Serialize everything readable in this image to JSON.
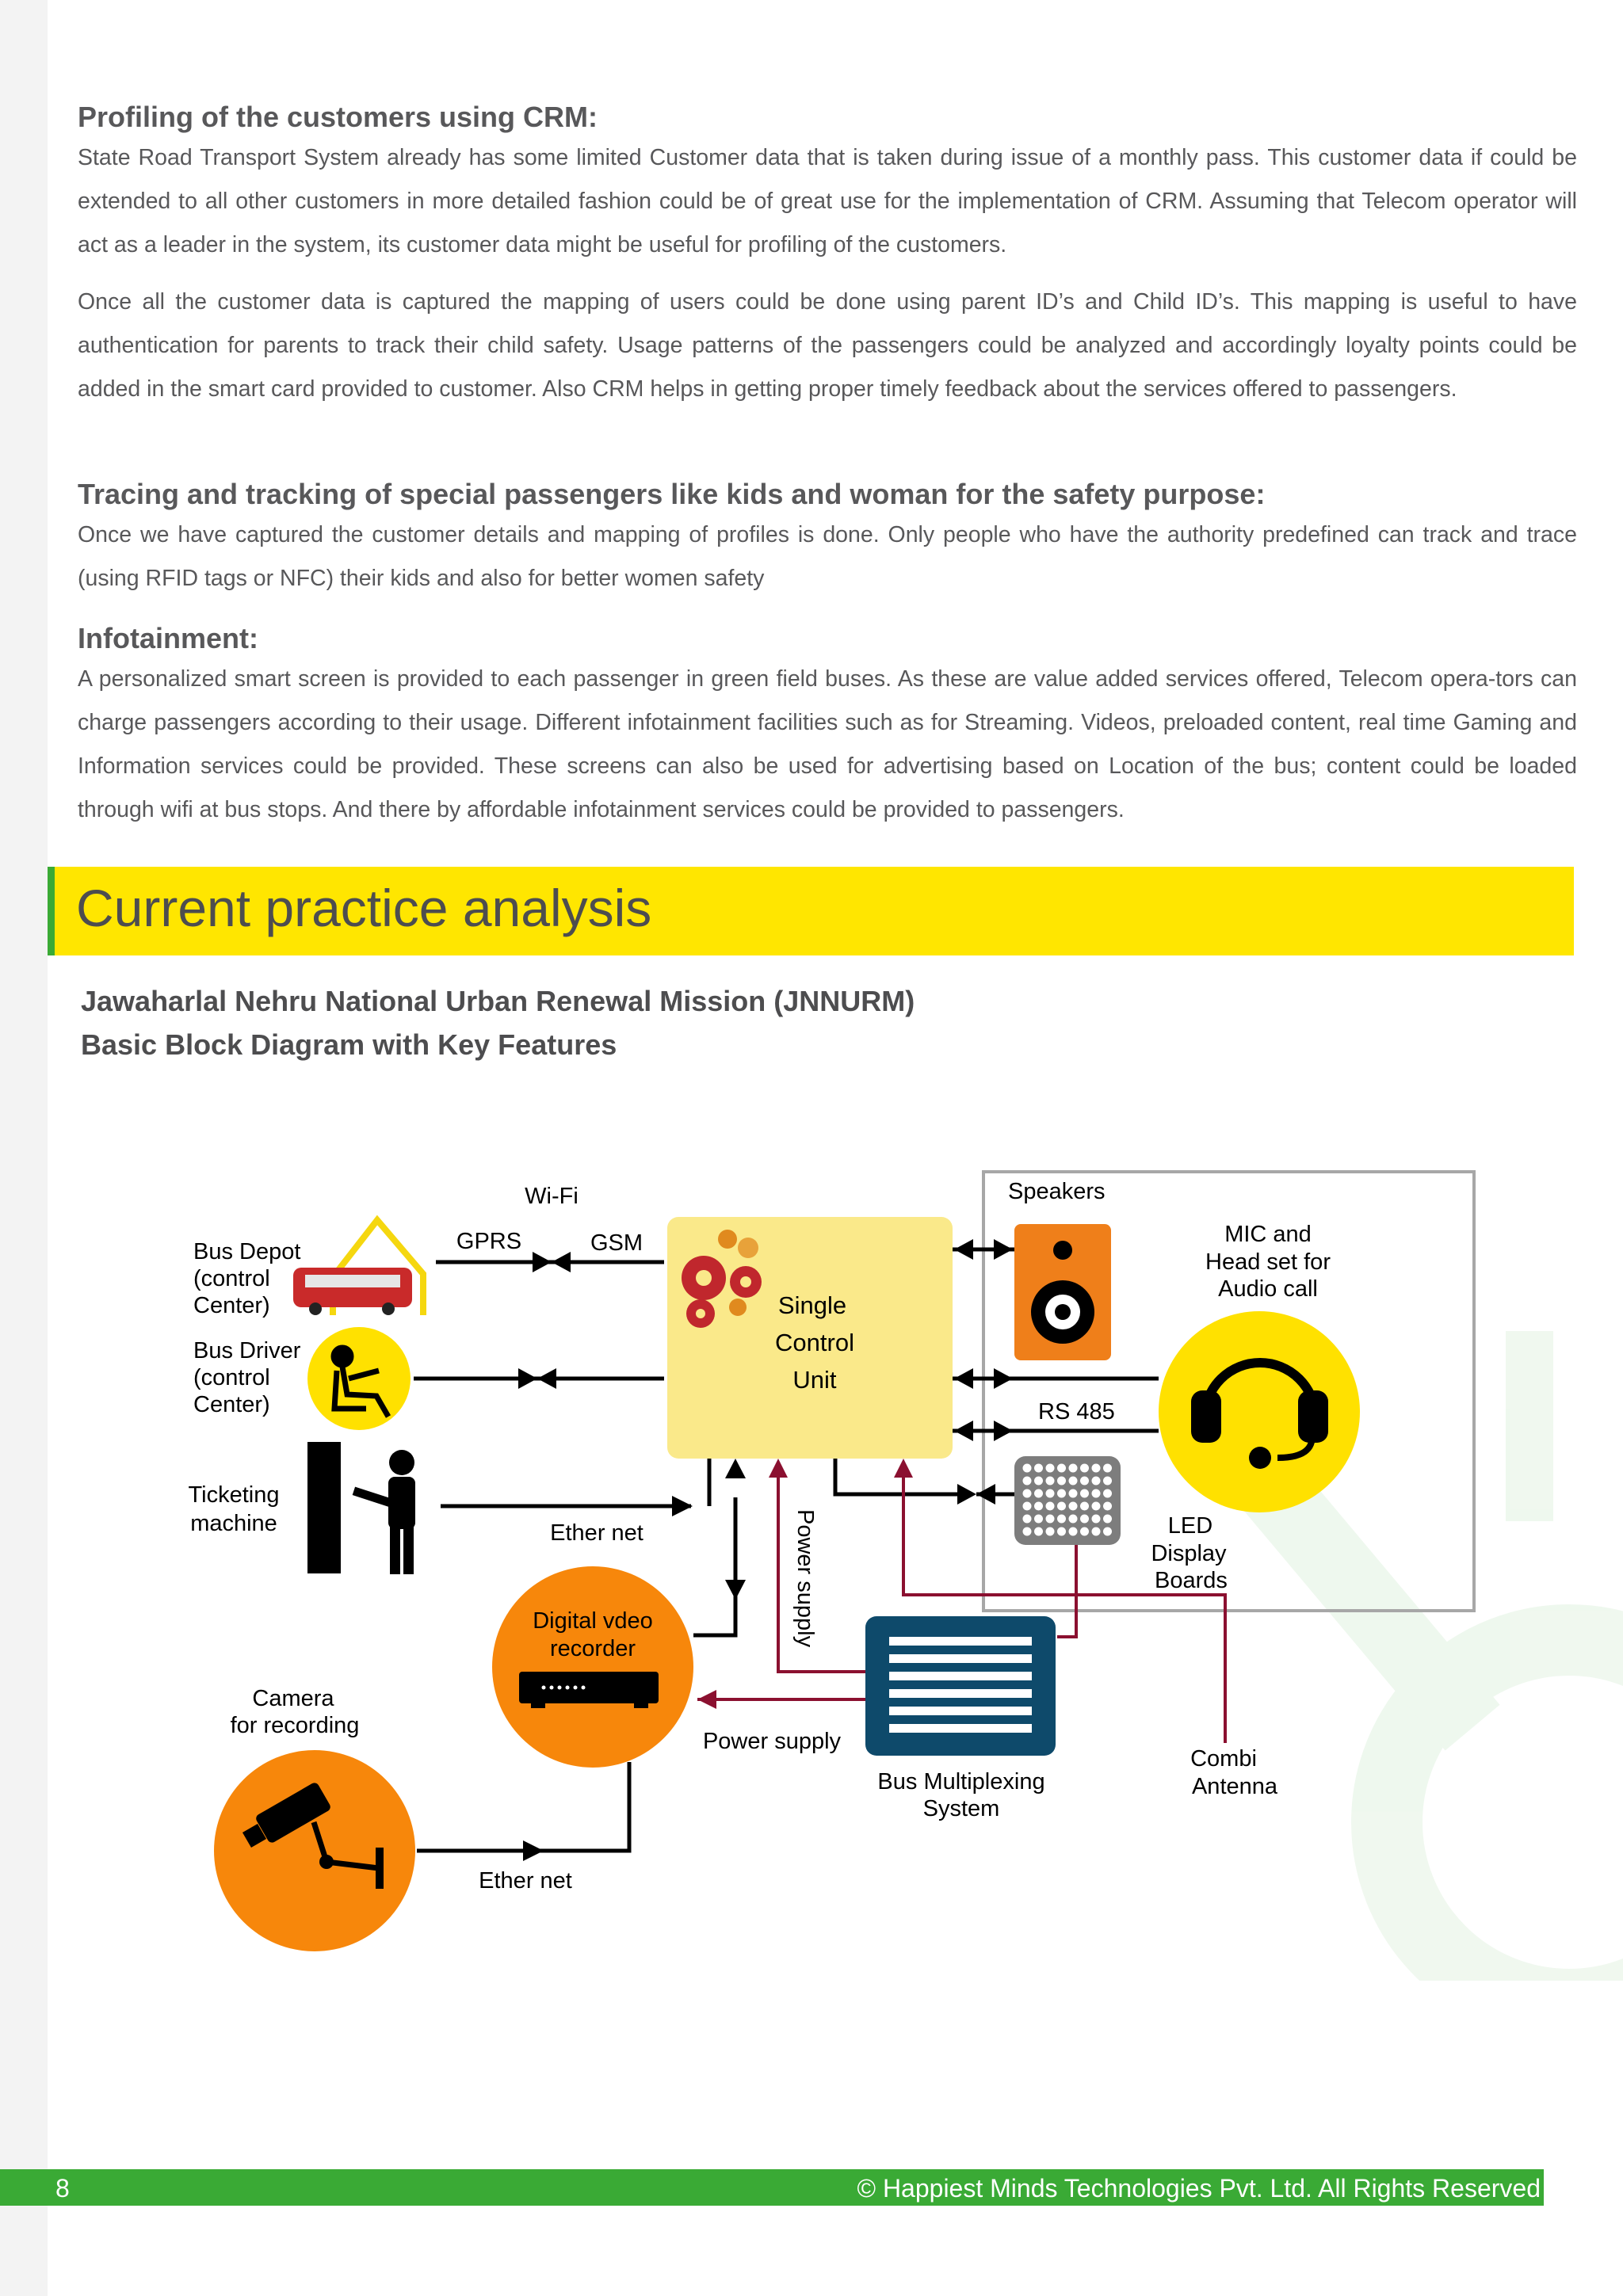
{
  "sections": [
    {
      "heading": "Profiling of the customers using CRM:",
      "paragraphs": [
        "State Road Transport System already has some limited Customer data that is taken during issue of a monthly pass. This customer data if could be extended to all other customers in more detailed fashion could be of great use for the implementation of CRM. Assuming that Telecom operator will act as a leader in the system, its customer data might be useful for profiling of the customers.",
        "Once all the customer data is captured the mapping of users could be done using parent ID’s and Child ID’s. This mapping is useful to have authentication for parents to track their child safety. Usage patterns of the passengers could be analyzed and accordingly loyalty points could be added in the smart card provided to customer. Also CRM helps in getting proper timely feedback about the services offered to passengers."
      ]
    },
    {
      "heading": "Tracing and tracking of special passengers like kids and woman for the safety purpose:",
      "paragraphs": [
        "Once we have captured the customer details and mapping of profiles is done. Only people who have the authority predefined can track and trace (using RFID tags or NFC) their kids and also for better women safety"
      ]
    },
    {
      "heading": "Infotainment:",
      "paragraphs": [
        "A personalized smart screen is provided to each passenger in green field buses. As these are value added services offered, Telecom opera-tors can charge passengers according to their usage. Different infotainment facilities such as for Streaming. Videos, preloaded content, real time Gaming and Information services could be provided. These screens can also be used for advertising based on Location of the bus; content could be loaded through wifi at bus stops. And there by affordable infotainment services could be provided to passengers."
      ]
    }
  ],
  "banner": {
    "title": "Current practice analysis"
  },
  "diagram": {
    "title_line1": "Jawaharlal Nehru National Urban Renewal Mission (JNNURM)",
    "title_line2": "Basic Block Diagram with Key Features",
    "labels": {
      "wifi": "Wi-Fi",
      "gprs": "GPRS",
      "gsm": "GSM",
      "speakers": "Speakers",
      "bus_depot": [
        "Bus Depot",
        "(control",
        "Center)"
      ],
      "bus_driver": [
        "Bus Driver",
        "(control",
        "Center)"
      ],
      "ticketing": [
        "Ticketing",
        "machine"
      ],
      "control_unit": [
        "Single",
        "Control",
        "Unit"
      ],
      "mic": [
        "MIC and",
        "Head set for",
        "Audio call"
      ],
      "rs485": "RS 485",
      "led": [
        "LED",
        "Display",
        "Boards"
      ],
      "ether_net_1": "Ether net",
      "power_supply_vertical": "Power supply",
      "dvr": [
        "Digital vdeo",
        "recorder"
      ],
      "camera": [
        "Camera",
        "for recording"
      ],
      "power_supply": "Power supply",
      "bus_mux": [
        "Bus Multiplexing",
        "System"
      ],
      "combi": [
        "Combi",
        "Antenna"
      ],
      "ether_net_2": "Ether net"
    },
    "colors": {
      "control_unit": "#fae98a",
      "yellow_circle": "#ffe100",
      "orange": "#f7870b",
      "speaker_box": "#ef7f1a",
      "mux_box": "#0e4a6b",
      "power_line": "#8b1030",
      "bus": "#c92a2a",
      "gears": "#c0272d"
    }
  },
  "footer": {
    "page_number": "8",
    "copyright": "© Happiest Minds Technologies Pvt. Ltd. All Rights Reserved"
  }
}
